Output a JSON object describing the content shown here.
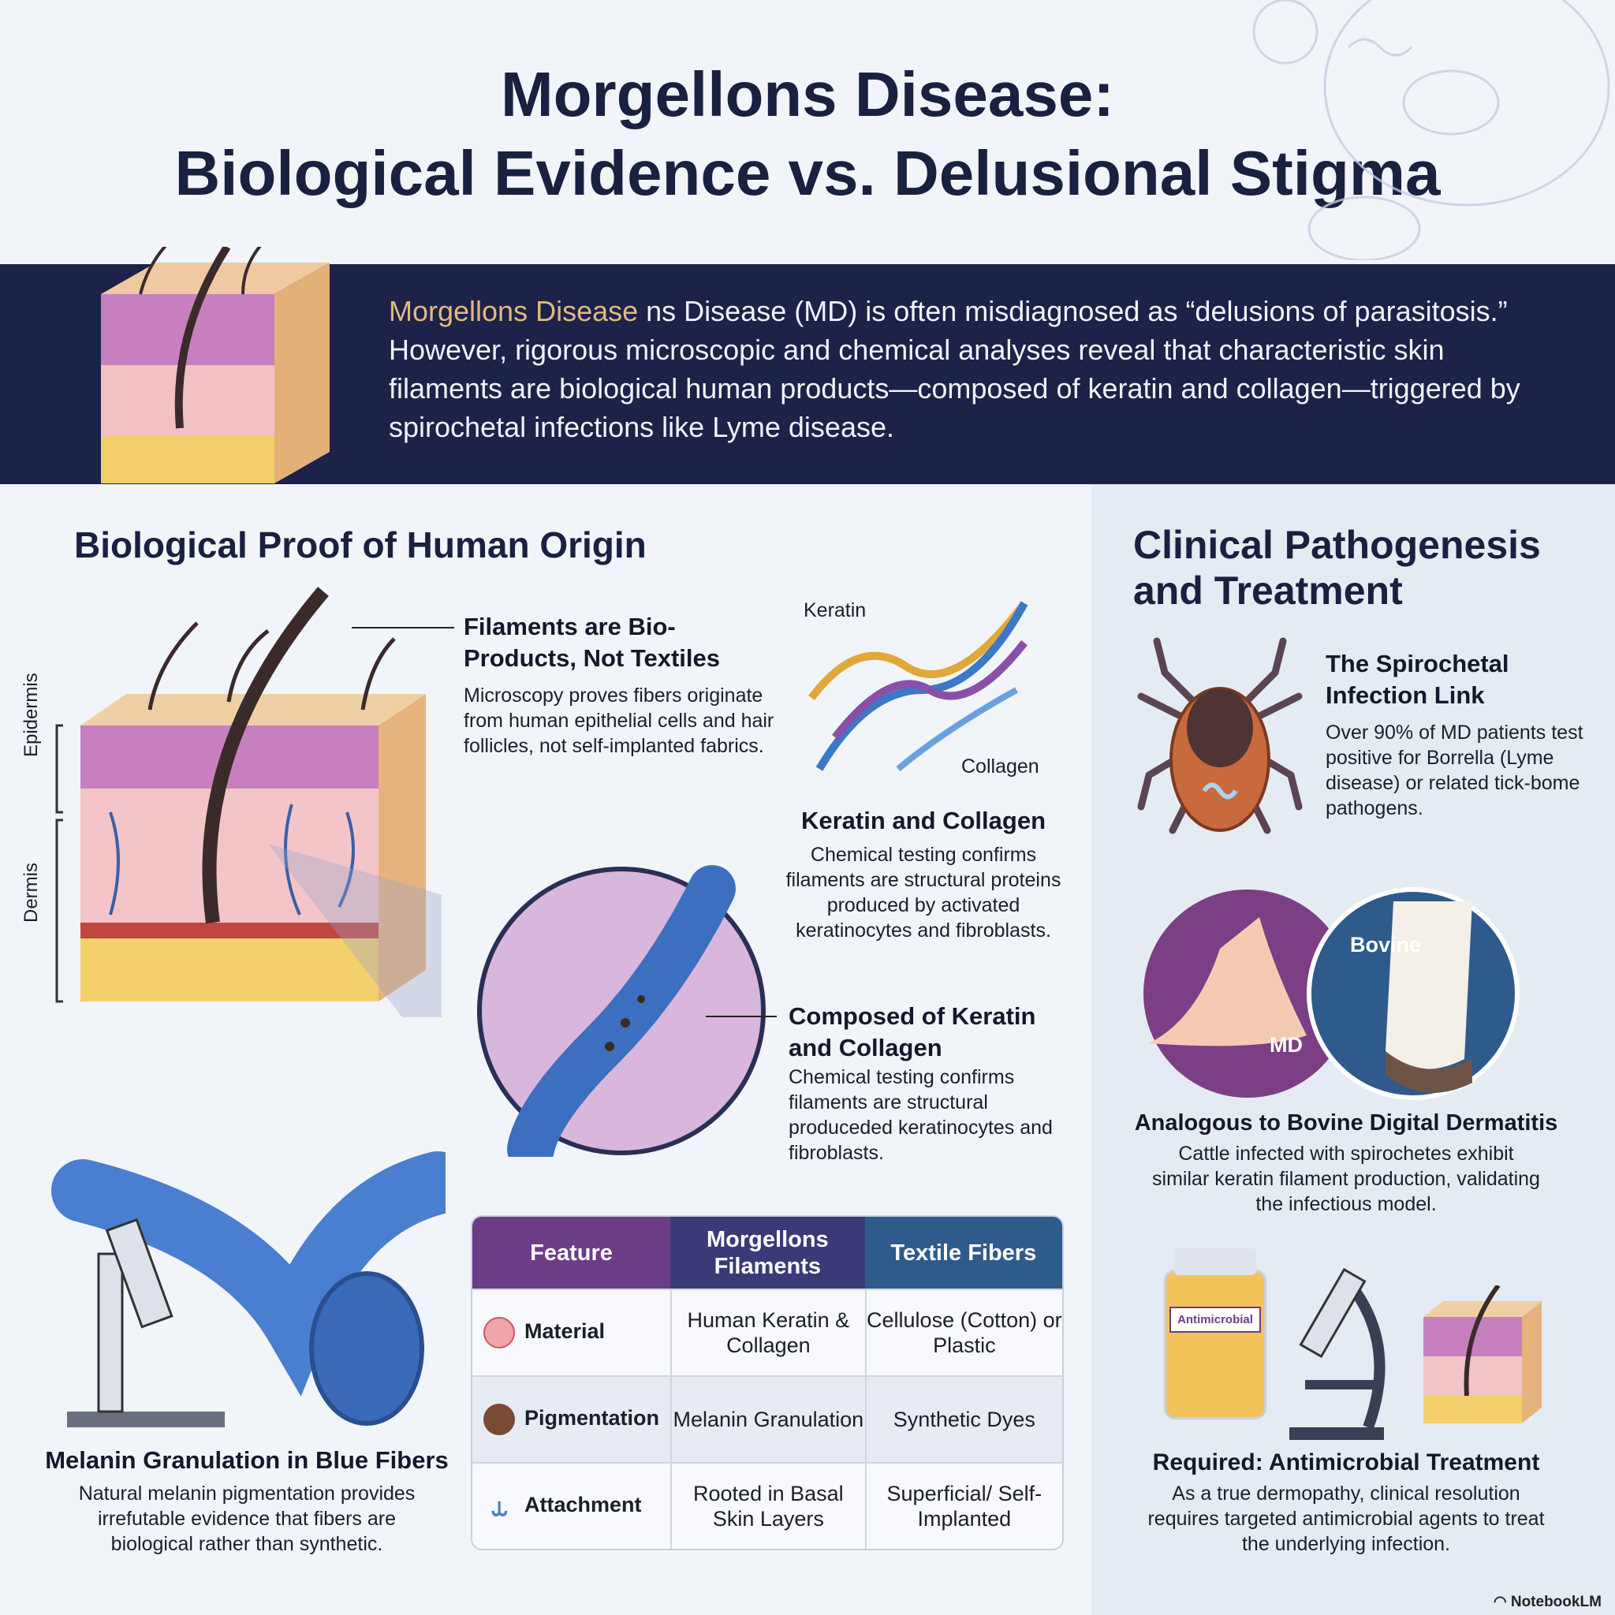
{
  "header": {
    "title_line1": "Morgellons Disease:",
    "title_line2": "Biological Evidence vs. Delusional Stigma"
  },
  "intro": {
    "highlight": "Morgellons Disease",
    "text": " ns Disease (MD) is often misdiagnosed as “delusions of parasitosis.” However, rigorous microscopic and chemical analyses reveal that characteristic skin filaments are biological human products—composed of keratin and collagen—triggered by spirochetal infections like Lyme disease."
  },
  "left": {
    "heading": "Biological Proof of Human Origin",
    "skin_labels": {
      "epidermis": "Epidermis",
      "dermis": "Dermis"
    },
    "filaments": {
      "title": "Filaments are Bio-Products, Not Textiles",
      "body": "Microscopy proves fibers originate from human epithelial cells and hair follicles, not self-implanted fabrics."
    },
    "dna_labels": {
      "keratin": "Keratin",
      "collagen": "Collagen"
    },
    "keratin_collagen": {
      "title": "Keratin and Collagen",
      "body": "Chemical testing confirms filaments are structural proteins produced by activated keratinocytes and fibroblasts."
    },
    "composed": {
      "title": "Composed of Keratin and Collagen",
      "body": "Chemical testing confirms filaments are structural produceded keratinocytes and fibroblasts."
    },
    "melanin": {
      "title": "Melanin Granulation in Blue Fibers",
      "body": "Natural melanin pigmentation provides irrefutable evidence that fibers are biological rather than synthetic."
    }
  },
  "table": {
    "headers": [
      "Feature",
      "Morgellons Filaments",
      "Textile Fibers"
    ],
    "header_colors": [
      "#6b3d86",
      "#3a3a78",
      "#2f5b8c"
    ],
    "rows": [
      {
        "feature": "Material",
        "icon": "cell-icon",
        "morgellons": "Human Keratin & Collagen",
        "textile": "Cellulose (Cotton) or Plastic"
      },
      {
        "feature": "Pigmentation",
        "icon": "melanin-granule-icon",
        "morgellons": "Melanin Granulation",
        "textile": "Synthetic Dyes"
      },
      {
        "feature": "Attachment",
        "icon": "root-fiber-icon",
        "morgellons": "Rooted in Basal Skin Layers",
        "textile": "Superficial/ Self-Implanted"
      }
    ]
  },
  "right": {
    "heading": "Clinical Pathogenesis and Treatment",
    "spirochetal": {
      "title": "The Spirochetal Infection Link",
      "body": "Over 90% of MD patients test positive for Borrella (Lyme disease) or related tick-bome pathogens."
    },
    "comparison_labels": {
      "md": "MD",
      "bovine": "Bovine"
    },
    "bovine": {
      "title": "Analogous to Bovine Digital Dermatitis",
      "body": "Cattle infected with spirochetes exhibit similar keratin filament production, validating the infectious model."
    },
    "bottle_label": "Antimicrobial",
    "treatment": {
      "title": "Required: Antimicrobial Treatment",
      "body": "As a true dermopathy, clinical resolution requires targeted antimicrobial agents to treat the underlying infection."
    }
  },
  "footer": {
    "brand": "NotebookLM"
  }
}
